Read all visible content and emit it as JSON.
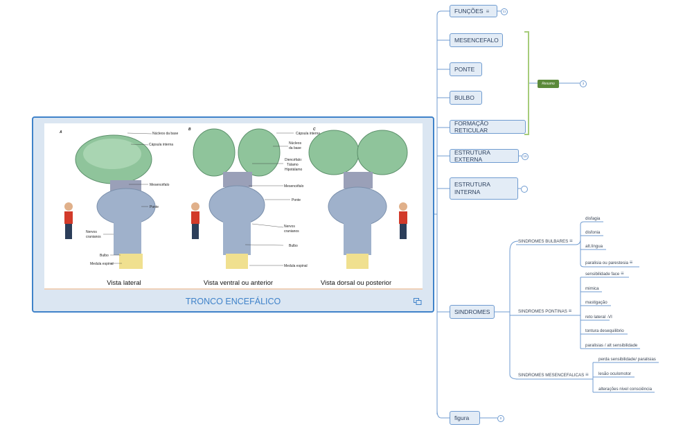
{
  "central": {
    "title": "TRONCO ENCEFÁLICO",
    "figure": {
      "panel_letters": [
        "A",
        "B",
        "C"
      ],
      "captions": [
        "Vista lateral",
        "Vista ventral ou anterior",
        "Vista dorsal ou posterior"
      ],
      "labels_a": [
        "Núcleos da base",
        "Cápsula interna",
        "Mesencéfalo",
        "Ponte",
        "Nervos",
        "cranianos",
        "Bulbo",
        "Medula espinal"
      ],
      "labels_b": [
        "Cápsula interna",
        "Núcleos",
        "da base",
        "Diencéfalo:",
        "Tálamo",
        "Hipotálamo",
        "Mesencéfalo",
        "Ponte",
        "Nervos",
        "cranianos",
        "Bulbo",
        "Medula espinal"
      ]
    }
  },
  "branches": {
    "funcoes": {
      "label": "FUNÇÕES",
      "badge": "11"
    },
    "mesencefalo": {
      "label": "MESENCEFALO"
    },
    "ponte": {
      "label": "PONTE"
    },
    "bulbo": {
      "label": "BULBO"
    },
    "formacao": {
      "label": "FORMAÇÃO RETICULAR"
    },
    "resumo": {
      "label": "Resumo",
      "badge": "3"
    },
    "estrutura_externa": {
      "label": "ESTRUTURA EXTERNA",
      "badge": "19"
    },
    "estrutura_interna": {
      "label": "ESTRUTURA INTERNA"
    },
    "sindromes": {
      "label": "SINDROMES"
    },
    "figura": {
      "label": "figura",
      "badge": "0"
    }
  },
  "sindromes": {
    "bulbares": {
      "label": "SINDROMES BULBARES",
      "items": [
        "disfagia",
        "disfonia",
        "alt.língua",
        "paralisia ou parestesia"
      ]
    },
    "pontinas": {
      "label": "SINDROMES PONTINAS",
      "items": [
        "sensibilidade face",
        "mimica",
        "mastigação",
        "reto lateral -VI",
        "tontura desequilibrio",
        "paralisias / alt sensibilidade"
      ]
    },
    "mesencefalicas": {
      "label": "SINDROMES MESENCEFALICAS",
      "items": [
        "perda sensibilidade/ paralisias",
        "lesão oculomotor",
        "alterações nivel consciência"
      ]
    }
  },
  "colors": {
    "node_border": "#6f9bd0",
    "node_fill": "#e3ecf6",
    "card_border": "#3f82c9",
    "resumo": "#5b8a3a",
    "bracket": "#a6cc7a"
  }
}
